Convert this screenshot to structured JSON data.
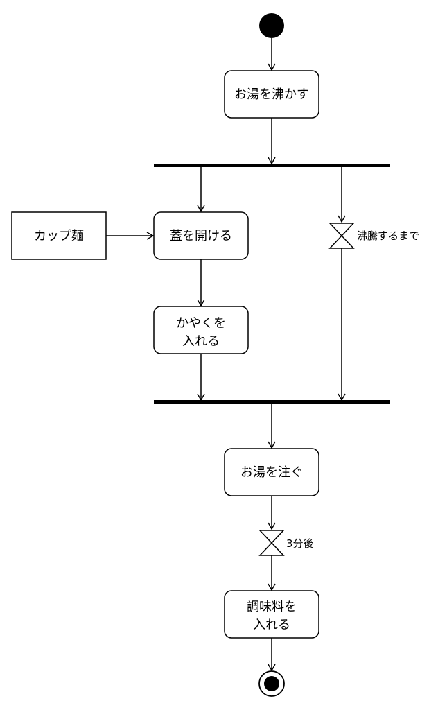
{
  "diagram": {
    "type": "activity",
    "nodes": {
      "start": {
        "kind": "initial"
      },
      "boil": {
        "kind": "action",
        "lines": [
          "お湯を沸かす"
        ]
      },
      "fork": {
        "kind": "fork"
      },
      "cup_noodle": {
        "kind": "object",
        "lines": [
          "カップ麺"
        ]
      },
      "open_lid": {
        "kind": "action",
        "lines": [
          "蓋を開ける"
        ]
      },
      "add_kayaku": {
        "kind": "action",
        "lines": [
          "かやくを",
          "入れる"
        ]
      },
      "wait_boil": {
        "kind": "time-event",
        "label": "沸騰するまで"
      },
      "join": {
        "kind": "join"
      },
      "pour": {
        "kind": "action",
        "lines": [
          "お湯を注ぐ"
        ]
      },
      "wait_3min": {
        "kind": "time-event",
        "label": "3分後"
      },
      "seasoning": {
        "kind": "action",
        "lines": [
          "調味料を",
          "入れる"
        ]
      },
      "end": {
        "kind": "final"
      }
    },
    "edges": [
      {
        "from": "start",
        "to": "boil"
      },
      {
        "from": "boil",
        "to": "fork"
      },
      {
        "from": "fork",
        "to": "open_lid"
      },
      {
        "from": "fork",
        "to": "wait_boil"
      },
      {
        "from": "cup_noodle",
        "to": "open_lid"
      },
      {
        "from": "open_lid",
        "to": "add_kayaku"
      },
      {
        "from": "add_kayaku",
        "to": "join"
      },
      {
        "from": "wait_boil",
        "to": "join"
      },
      {
        "from": "join",
        "to": "pour"
      },
      {
        "from": "pour",
        "to": "wait_3min"
      },
      {
        "from": "wait_3min",
        "to": "seasoning"
      },
      {
        "from": "seasoning",
        "to": "end"
      }
    ]
  }
}
